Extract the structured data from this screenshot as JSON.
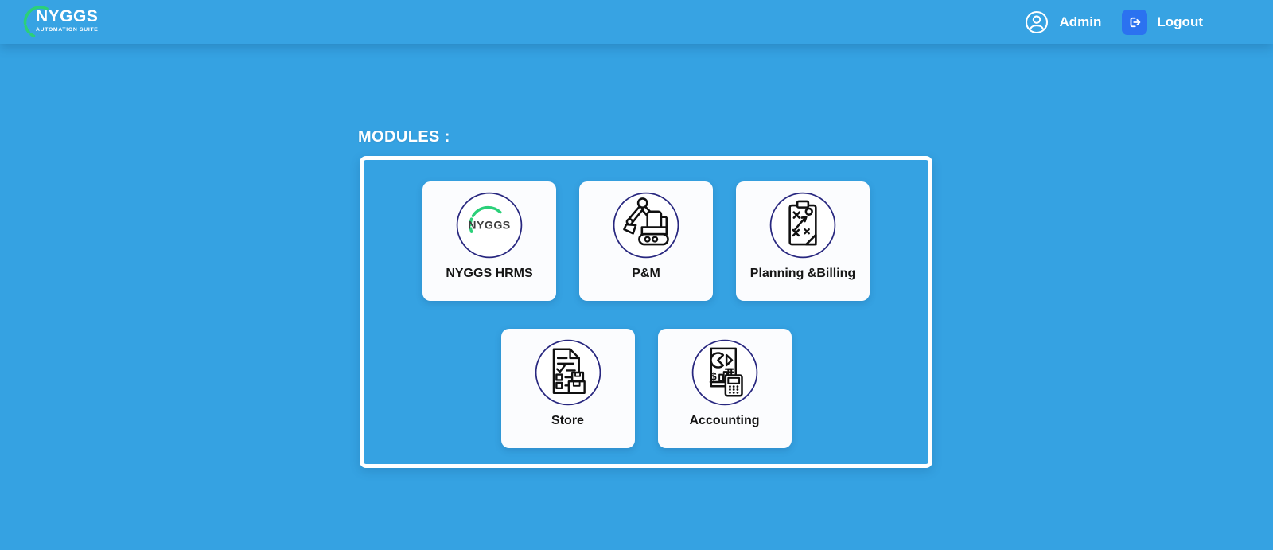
{
  "header": {
    "logo": {
      "title": "NYGGS",
      "subtitle": "AUTOMATION SUITE"
    },
    "user_label": "Admin",
    "logout_label": "Logout"
  },
  "main": {
    "heading": "MODULES :",
    "modules": [
      {
        "label": "NYGGS HRMS",
        "icon": "nyggs-brand-icon",
        "icon_text": "NYGGS"
      },
      {
        "label": "P&M",
        "icon": "excavator-icon"
      },
      {
        "label": "Planning &Billing",
        "icon": "strategy-clipboard-icon"
      },
      {
        "label": "Store",
        "icon": "inventory-checklist-icon"
      },
      {
        "label": "Accounting",
        "icon": "finance-calculator-icon"
      }
    ]
  },
  "colors": {
    "page_background": "#35a2e2",
    "header_background": "#37a3e3",
    "panel_border": "#ffffff",
    "card_background": "#fbfcfe",
    "icon_ring_navy": "#28277f",
    "brand_green": "#2bd079",
    "logout_button_blue": "#2b72f0",
    "label_text": "#151515",
    "heading_text": "#ffffff"
  }
}
